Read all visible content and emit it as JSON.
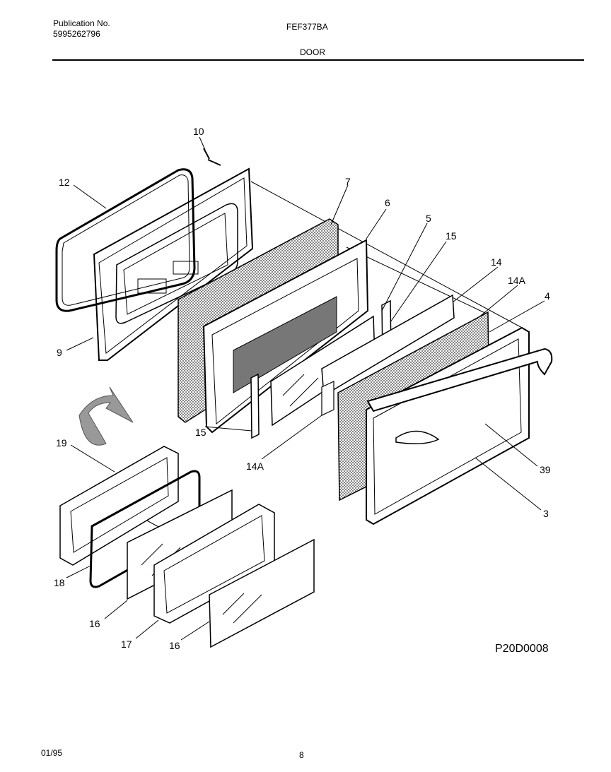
{
  "header": {
    "publication_label": "Publication No.",
    "publication_number": "5995262796",
    "model": "FEF377BA",
    "section": "DOOR"
  },
  "diagram_code": "P20D0008",
  "footer": {
    "date": "01/95",
    "page": "8"
  },
  "callouts": {
    "c10": "10",
    "c12": "12",
    "c7": "7",
    "c6": "6",
    "c5": "5",
    "c15a": "15",
    "c14": "14",
    "c14A": "14A",
    "c4": "4",
    "c9": "9",
    "c15b": "15",
    "c14Ab": "14A",
    "c39": "39",
    "c3": "3",
    "c19": "19",
    "c18": "18",
    "c16a": "16",
    "c17": "17",
    "c16b": "16"
  }
}
